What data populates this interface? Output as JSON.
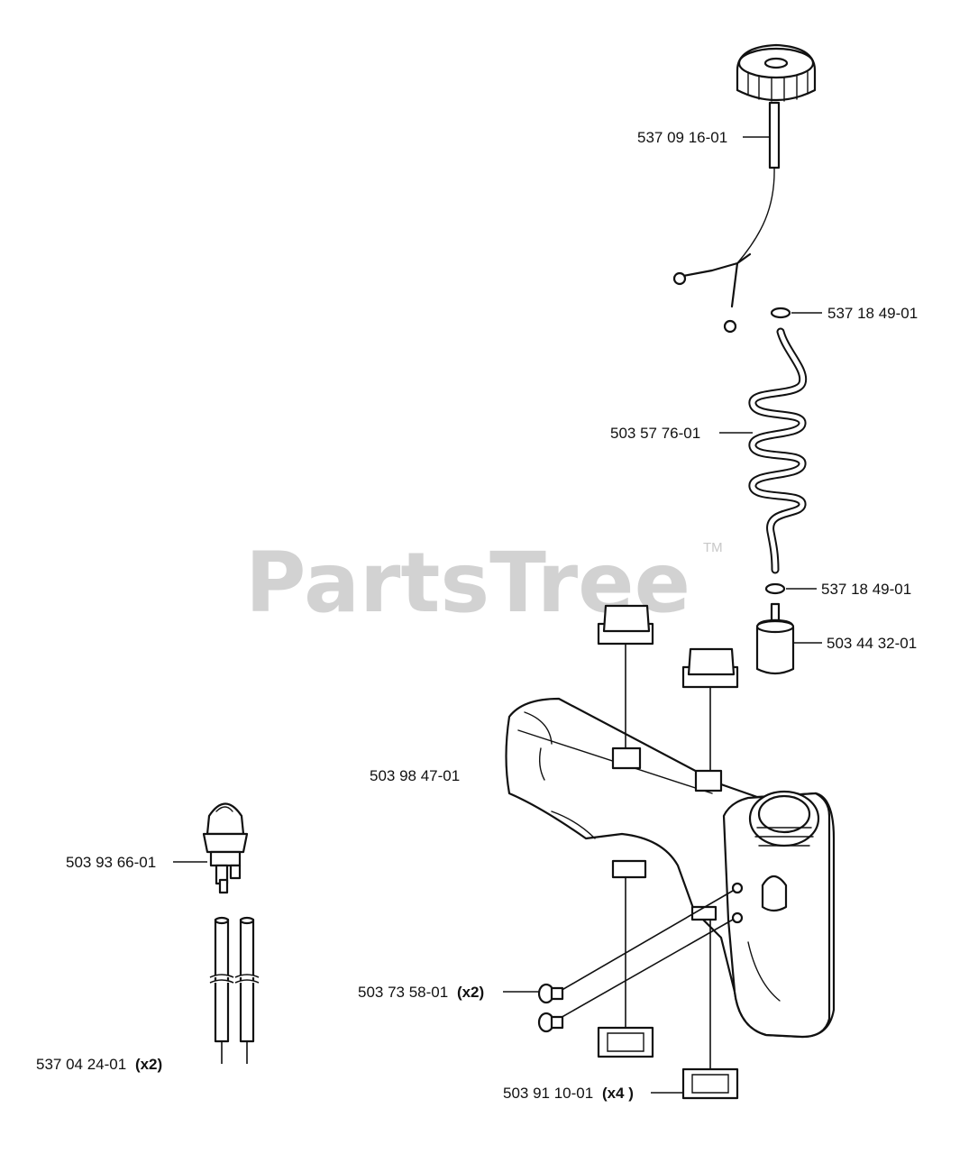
{
  "watermark": {
    "text": "PartsTree",
    "trademark": "TM"
  },
  "parts": [
    {
      "part_number": "537 09 16-01",
      "qty": ""
    },
    {
      "part_number": "537 18 49-01",
      "qty": ""
    },
    {
      "part_number": "503 57 76-01",
      "qty": ""
    },
    {
      "part_number": "537 18 49-01",
      "qty": ""
    },
    {
      "part_number": "503 44 32-01",
      "qty": ""
    },
    {
      "part_number": "503 98 47-01",
      "qty": ""
    },
    {
      "part_number": "503 93 66-01",
      "qty": ""
    },
    {
      "part_number": "503 73 58-01",
      "qty": "(x2)"
    },
    {
      "part_number": "537 04 24-01",
      "qty": "(x2)"
    },
    {
      "part_number": "503 91 10-01",
      "qty": "(x4 )"
    }
  ]
}
